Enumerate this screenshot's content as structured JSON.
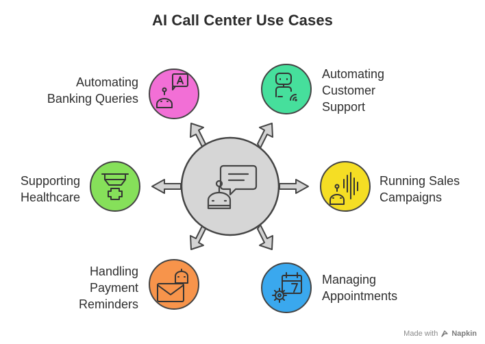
{
  "title": "AI Call Center Use Cases",
  "center": {
    "icon": "chatbot-conversation-icon",
    "fill": "#d6d6d6"
  },
  "use_cases": [
    {
      "lines": [
        "Automating",
        "Banking Queries"
      ],
      "icon": "robot-translate-icon",
      "color": "#f26fd6"
    },
    {
      "lines": [
        "Automating",
        "Customer",
        "Support"
      ],
      "icon": "robot-wifi-icon",
      "color": "#46df9c"
    },
    {
      "lines": [
        "Supporting",
        "Healthcare"
      ],
      "icon": "medical-drone-icon",
      "color": "#86e05a"
    },
    {
      "lines": [
        "Running Sales",
        "Campaigns"
      ],
      "icon": "robot-soundwave-icon",
      "color": "#f5de24"
    },
    {
      "lines": [
        "Handling",
        "Payment",
        "Reminders"
      ],
      "icon": "robot-mail-icon",
      "color": "#f7944b"
    },
    {
      "lines": [
        "Managing",
        "Appointments"
      ],
      "icon": "calendar-gear-icon",
      "color": "#3aa8ee"
    }
  ],
  "footer": {
    "prefix": "Made with",
    "brand": "Napkin",
    "icon": "napkin-logo-icon"
  }
}
